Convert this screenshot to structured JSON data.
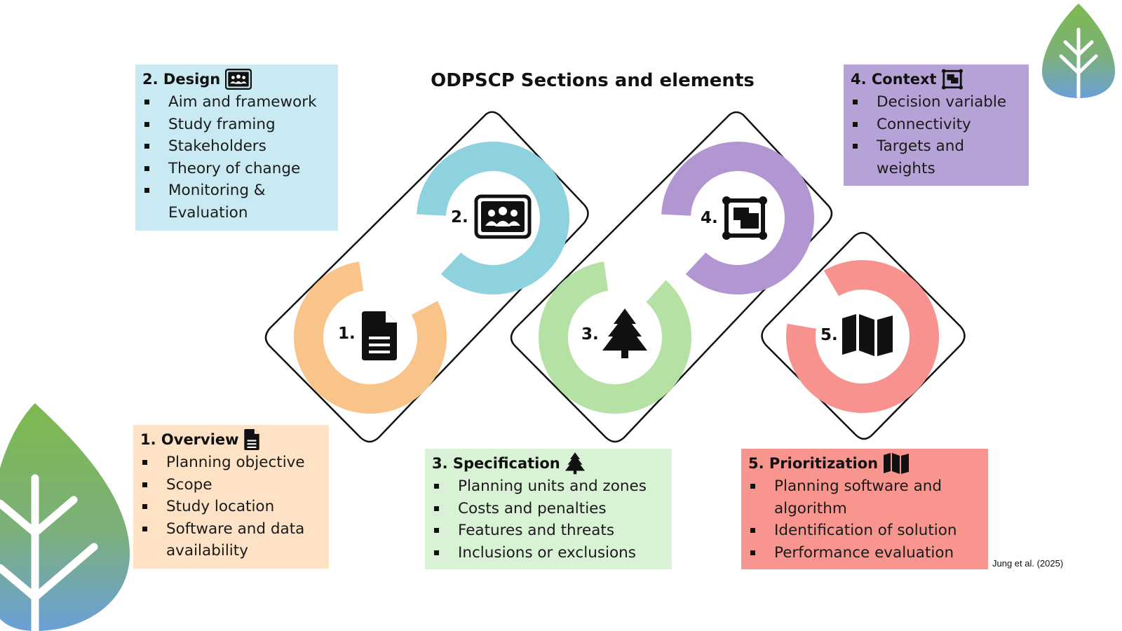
{
  "title": "ODPSCP Sections and elements",
  "citation": "Jung et al. (2025)",
  "colors": {
    "overview": "#f8c48a",
    "design": "#8ed2e0",
    "specification": "#b5e2a4",
    "context": "#b296d2",
    "prioritization": "#f7928f",
    "leaf_green": "#7cba4e",
    "leaf_blue": "#6aa0d8"
  },
  "steps": [
    {
      "number": "1.",
      "icon": "document-icon"
    },
    {
      "number": "2.",
      "icon": "presentation-people-icon"
    },
    {
      "number": "3.",
      "icon": "pine-tree-icon"
    },
    {
      "number": "4.",
      "icon": "frame-overlap-icon"
    },
    {
      "number": "5.",
      "icon": "map-icon"
    }
  ],
  "sections": {
    "design": {
      "heading": "2. Design",
      "icon": "presentation-people-icon",
      "items": [
        "Aim and framework",
        "Study framing",
        "Stakeholders",
        "Theory of change",
        "Monitoring &",
        "Evaluation"
      ]
    },
    "context": {
      "heading": "4. Context",
      "icon": "frame-overlap-icon",
      "items": [
        "Decision variable",
        "Connectivity",
        "Targets and",
        "weights"
      ]
    },
    "overview": {
      "heading": "1. Overview",
      "icon": "document-icon",
      "items": [
        "Planning objective",
        "Scope",
        "Study location",
        "Software and data",
        "availability"
      ]
    },
    "specification": {
      "heading": "3. Specification",
      "icon": "pine-tree-icon",
      "items": [
        "Planning units and zones",
        "Costs and penalties",
        "Features and threats",
        "Inclusions or exclusions"
      ]
    },
    "prioritization": {
      "heading": "5. Prioritization",
      "icon": "map-icon",
      "items": [
        "Planning software and",
        "algorithm",
        "Identification of solution",
        "Performance evaluation"
      ]
    }
  }
}
